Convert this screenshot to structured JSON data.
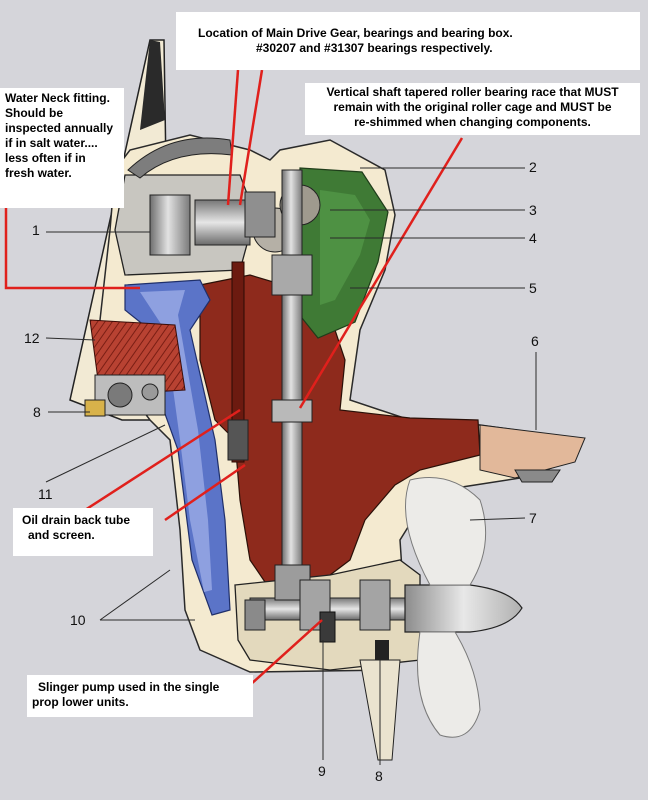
{
  "callouts": {
    "main_gear": {
      "line1": "Location of Main Drive Gear,  bearings and bearing box.",
      "line2": "#30207 and #31307 bearings respectively."
    },
    "vertical_shaft": {
      "line1": "Vertical shaft tapered roller bearing race that MUST",
      "line2": "remain with the original roller cage and MUST be",
      "line3": "re-shimmed when changing components."
    },
    "water_neck": {
      "line1": "Water Neck fitting.",
      "line2": "Should be",
      "line3": "inspected annually",
      "line4": "if in salt water....",
      "line5": "less often if in",
      "line6": "fresh water."
    },
    "oil_drain": {
      "line1": "Oil drain back tube",
      "line2": "and screen."
    },
    "slinger": {
      "line1": "Slinger pump used in the single",
      "line2": "prop lower units."
    }
  },
  "part_numbers": {
    "n1": "1",
    "n2": "2",
    "n3": "3",
    "n4": "4",
    "n5": "5",
    "n6": "6",
    "n7": "7",
    "n8_left": "8",
    "n8_bottom": "8",
    "n9": "9",
    "n10": "10",
    "n11": "11",
    "n12": "12"
  },
  "colors": {
    "background": "#d5d5da",
    "housing_red": "#8e2a1c",
    "housing_cream": "#f4ead0",
    "coolant_blue": "#5b74c8",
    "oil_green": "#3f7a35",
    "callout_line_red": "#e0201c",
    "metal_grey": "#9a9a9a"
  }
}
